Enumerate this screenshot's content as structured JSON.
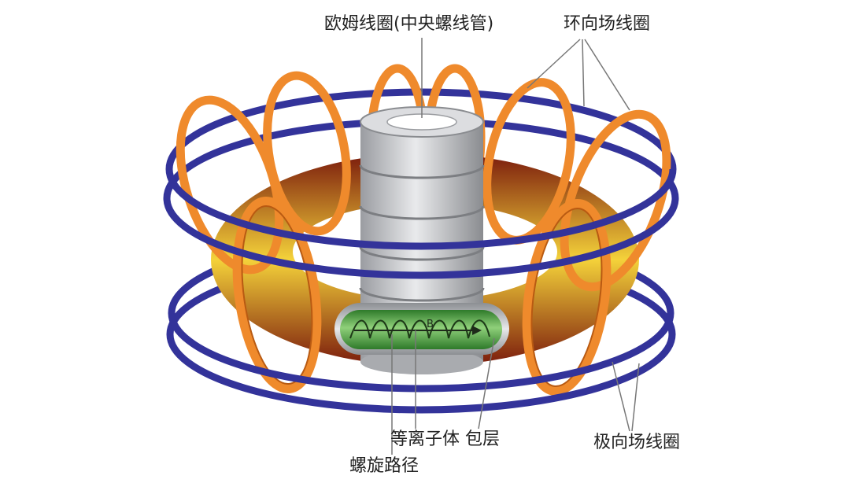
{
  "labels": {
    "ohmic_coil": "欧姆线圈(中央螺线管)",
    "toroidal_coil": "环向场线圈",
    "poloidal_coil": "极向场线圈",
    "plasma_layer": "等离子体 包层",
    "helical_path": "螺旋路径",
    "field_symbol": "B"
  },
  "colors": {
    "poloidal_ring": "#33339a",
    "toroidal_coil": "#ef8a2c",
    "toroidal_coil_edge": "#b85a12",
    "torus_inner": "#f4d23a",
    "torus_outer": "#7a1a0c",
    "central_solenoid": "#d4d6da",
    "plasma": "#4faa45",
    "leader_line": "#777777"
  },
  "icons": {
    "field_arrow": "arrow-right-icon",
    "helix": "helix-icon"
  }
}
